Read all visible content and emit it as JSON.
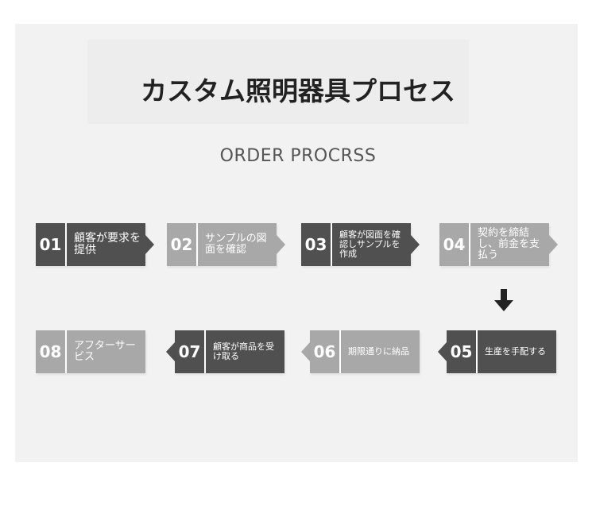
{
  "title": "カスタム照明器具プロセス",
  "subtitle": "ORDER PROCRSS",
  "steps": [
    {
      "num": "01",
      "label": "顧客が要求を提供"
    },
    {
      "num": "02",
      "label": "サンプルの図面を確認"
    },
    {
      "num": "03",
      "label": "顧客が図面を確認しサンプルを作成"
    },
    {
      "num": "04",
      "label": "契約を締結し、前金を支払う"
    },
    {
      "num": "05",
      "label": "生産を手配する"
    },
    {
      "num": "06",
      "label": "期限通りに納品"
    },
    {
      "num": "07",
      "label": "顧客が商品を受け取る"
    },
    {
      "num": "08",
      "label": "アフターサービス"
    }
  ],
  "colors": {
    "dark": "#505050",
    "light": "#a8a8a8",
    "background": "#f2f2f2"
  },
  "icons": {
    "flow_down": "arrow-down-icon"
  }
}
